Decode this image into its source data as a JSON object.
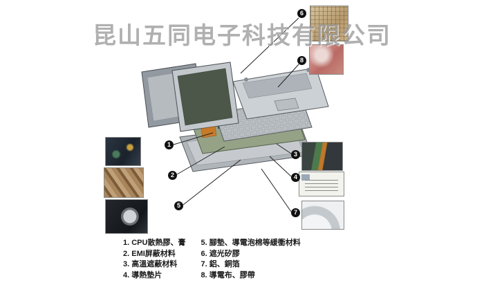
{
  "watermark": "昆山五同电子科技有限公司",
  "callouts": {
    "c1": "1",
    "c2": "2",
    "c3": "3",
    "c4": "4",
    "c5": "5",
    "c6": "6",
    "c7": "7",
    "c8": "8"
  },
  "legend": {
    "col1": [
      "1. CPU散熱膠、膏",
      "2. EMI屏蔽材料",
      "3. 高溫遮蔽材料",
      "4. 導熱墊片"
    ],
    "col2": [
      "5. 腳墊、導電泡棉等緩衝材料",
      "6. 遮光矽膠",
      "7. 鋁、銅箔",
      "8. 導電布、膠帶"
    ]
  },
  "colors": {
    "callout_bg": "#111111",
    "watermark_gray": "#9b9b9b",
    "motherboard_green": "#95a286",
    "chassis_silver": "#c6cace"
  }
}
